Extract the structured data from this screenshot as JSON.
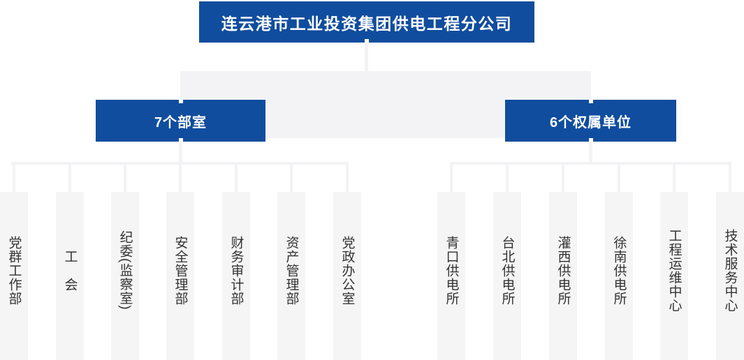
{
  "org": {
    "root_label": "连云港市工业投资集团供电工程分公司",
    "groups": [
      {
        "label": "7个部室",
        "children": [
          "党群工作部",
          "工　会",
          "纪委(监察室)",
          "安全管理部",
          "财务审计部",
          "资产管理部",
          "党政办公室"
        ]
      },
      {
        "label": "6个权属单位",
        "children": [
          "青口供电所",
          "台北供电所",
          "灌西供电所",
          "徐南供电所",
          "工程运维中心",
          "技术服务中心"
        ]
      }
    ]
  },
  "colors": {
    "node_blue": "#104d9e",
    "node_text": "#ffffff",
    "connector_gray": "#f3f3f5",
    "column_gray": "#f5f5f6",
    "leaf_text": "#333333"
  }
}
